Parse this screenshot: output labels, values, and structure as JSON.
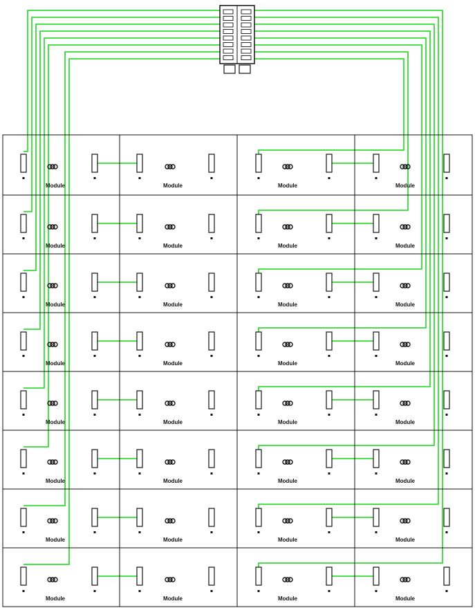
{
  "diagram": {
    "module_label": "Module",
    "module_icon": "gear-cluster-icon",
    "rows": 8,
    "columns": 4,
    "bus_channels": 8,
    "colors": {
      "wire": "#33dd33",
      "outline": "#111111",
      "background": "#ffffff"
    }
  }
}
